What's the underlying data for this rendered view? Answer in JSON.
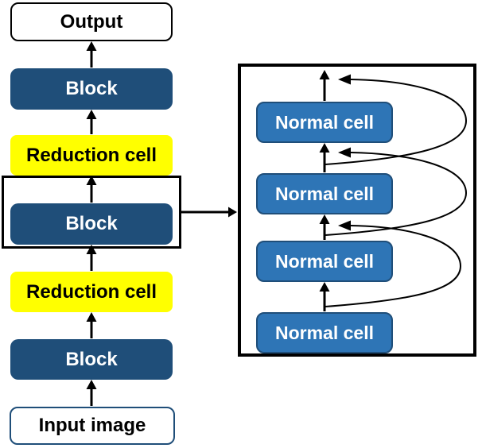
{
  "diagram": {
    "title": "cell-based-architecture-diagram",
    "colors": {
      "block_fill": "#1F4E79",
      "reduction_fill": "#FFFF00",
      "normal_fill": "#2E75B6",
      "normal_border": "#1F4E79",
      "io_fill": "#FFFFFF",
      "output_border": "#000000",
      "input_border": "#1F4E79",
      "frame_border": "#000000",
      "arrow": "#000000",
      "text_dark": "#000000",
      "text_light": "#FFFFFF"
    },
    "left_column": {
      "items": [
        {
          "id": "output",
          "label": "Output",
          "type": "io"
        },
        {
          "id": "block-top",
          "label": "Block",
          "type": "block"
        },
        {
          "id": "reduction-top",
          "label": "Reduction cell",
          "type": "reduction"
        },
        {
          "id": "block-middle",
          "label": "Block",
          "type": "block"
        },
        {
          "id": "reduction-bottom",
          "label": "Reduction cell",
          "type": "reduction"
        },
        {
          "id": "block-bottom",
          "label": "Block",
          "type": "block"
        },
        {
          "id": "input",
          "label": "Input image",
          "type": "io"
        }
      ]
    },
    "right_panel": {
      "cells": [
        {
          "label": "Normal cell"
        },
        {
          "label": "Normal cell"
        },
        {
          "label": "Normal cell"
        },
        {
          "label": "Normal cell"
        }
      ],
      "skip_connections": 3
    }
  }
}
